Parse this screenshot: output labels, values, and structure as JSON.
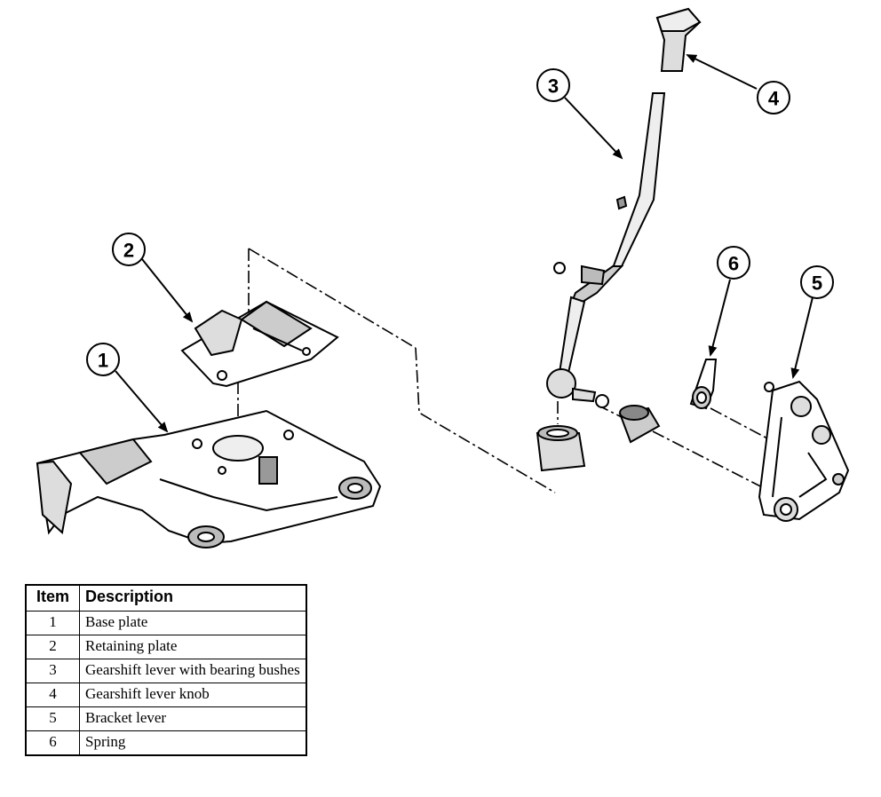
{
  "callouts": [
    {
      "id": "1"
    },
    {
      "id": "2"
    },
    {
      "id": "3"
    },
    {
      "id": "4"
    },
    {
      "id": "5"
    },
    {
      "id": "6"
    }
  ],
  "legend": {
    "header_item": "Item",
    "header_description": "Description",
    "rows": [
      {
        "item": "1",
        "description": "Base plate"
      },
      {
        "item": "2",
        "description": "Retaining plate"
      },
      {
        "item": "3",
        "description": "Gearshift lever with bearing bushes"
      },
      {
        "item": "4",
        "description": "Gearshift lever knob"
      },
      {
        "item": "5",
        "description": "Bracket lever"
      },
      {
        "item": "6",
        "description": "Spring"
      }
    ]
  }
}
